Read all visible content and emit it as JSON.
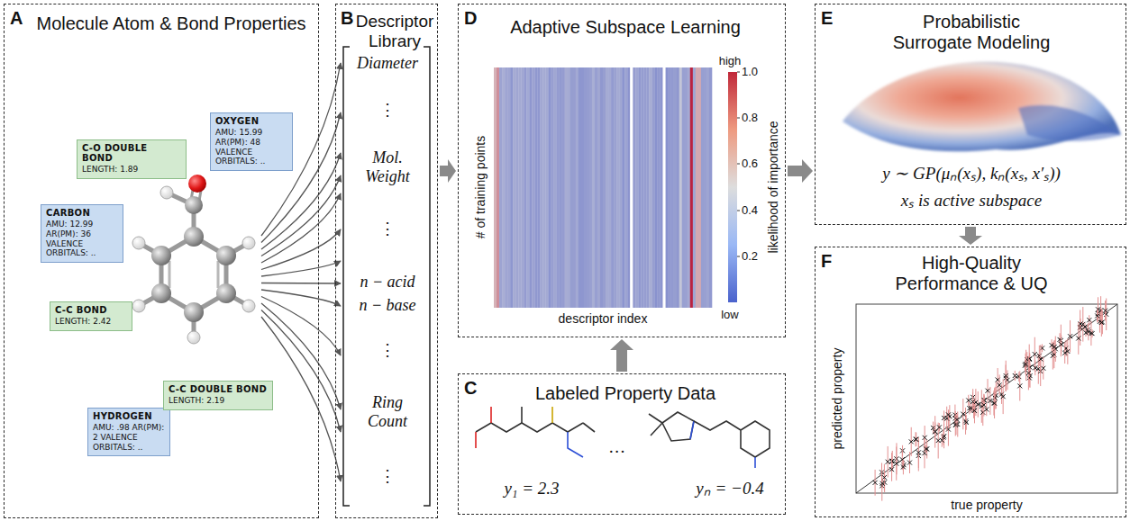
{
  "diagram": {
    "nodes": [
      {
        "text": [
          "A",
          "Molecule Atom & Bond Properties"
        ]
      },
      {
        "text": [
          "C-O DOUBLE BOND",
          "LENGTH: 1.89"
        ],
        "in": 0
      },
      {
        "text": [
          "OXYGEN",
          "AMU: 15.99 AR(PM): 48 VALENCE ORBITALS: .."
        ],
        "in": 0
      },
      {
        "text": [
          "CARBON",
          "AMU: 12.99 AR(PM): 36 VALENCE ORBITALS: .."
        ],
        "in": 0
      },
      {
        "text": [
          "C-C BOND",
          "LENGTH: 2.42"
        ],
        "in": 0
      },
      {
        "text": [
          "HYDROGEN",
          "AMU: .98 AR(PM): 2 VALENCE ORBITALS: .."
        ],
        "in": 0
      },
      {
        "text": [
          "C-C DOUBLE BOND",
          "LENGTH: 2.19"
        ],
        "in": 0
      },
      {
        "text": [
          "B",
          "Descriptor Library",
          "Diameter",
          "⋮",
          "Mol. Weight",
          "⋮",
          "n − acid",
          "n − base",
          "⋮",
          "Ring Count",
          "⋮"
        ]
      },
      {
        "text": [
          "D",
          "Adaptive Subspace Learning"
        ]
      },
      {
        "text": [
          "C",
          "Labeled Property Data"
        ]
      },
      {
        "text": [
          "E",
          "Probabilistic Surrogate Modeling",
          "y ∼ GP(μₙ(xₛ), kₙ(xₛ, x′ₛ))",
          "xₛ is active subspace"
        ]
      },
      {
        "text": [
          "F",
          "High-Quality Performance & UQ"
        ]
      }
    ],
    "edges": [
      {
        "from": 7,
        "to": 8,
        "arrow": "to"
      },
      {
        "from": 9,
        "to": 8,
        "arrow": "to"
      },
      {
        "from": 8,
        "to": 10,
        "arrow": "to"
      },
      {
        "from": 10,
        "to": 11,
        "arrow": "to"
      }
    ],
    "labels": [
      "high",
      "1.0",
      "0.8",
      "0.6",
      "0.4",
      "0.2",
      "low",
      "# of training points",
      "descriptor index",
      "likelihood of importance",
      "y₁ = 2.3",
      "…",
      "yₙ = −0.4",
      "predicted property",
      "true property"
    ]
  }
}
